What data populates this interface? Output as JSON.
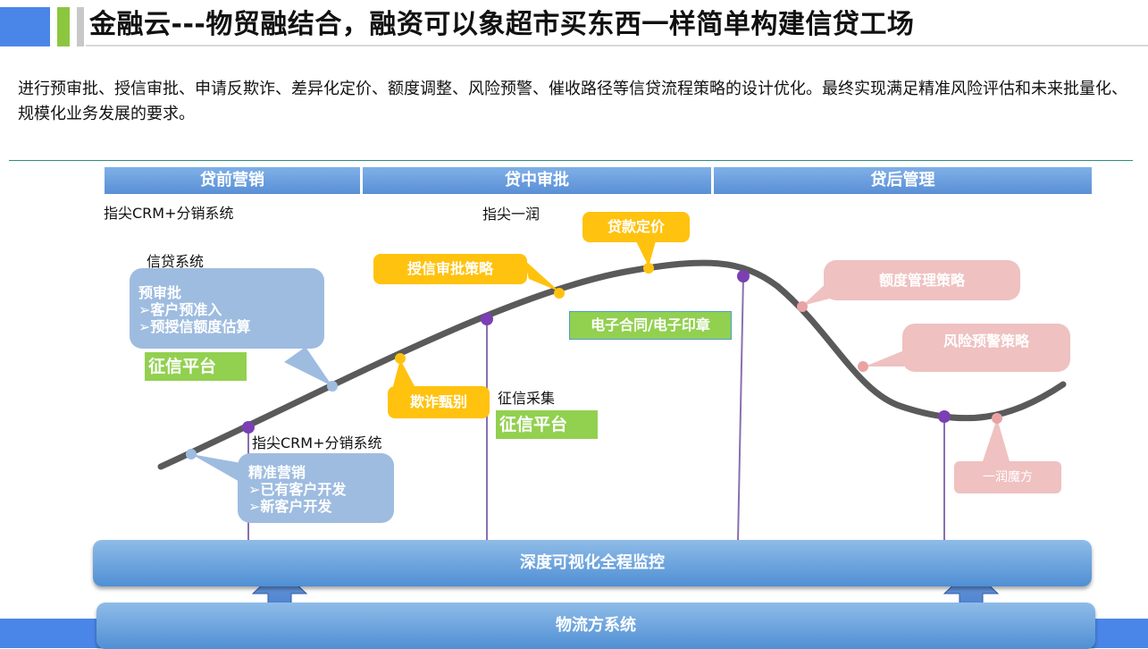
{
  "header": {
    "title": "金融云---物贸融结合，融资可以象超市买东西一样简单构建信贷工场"
  },
  "intro": "进行预审批、授信审批、申请反欺诈、差异化定价、额度调整、风险预警、催收路径等信贷流程策略的设计优化。最终实现满足精准风险评估和未来批量化、规模化业务发展的要求。",
  "phases": [
    "贷前营销",
    "贷中审批",
    "贷后管理"
  ],
  "labels": {
    "crm_top": "指尖CRM+分销系统",
    "yirun": "指尖一润",
    "credit_system": "信贷系统",
    "credit_collect": "征信采集",
    "crm_bottom": "指尖CRM+分销系统"
  },
  "callouts": {
    "pre_approval": {
      "title": "预审批",
      "items": [
        "➢客户预准入",
        "➢预授信额度估算"
      ]
    },
    "precision_marketing": {
      "title": "精准营销",
      "items": [
        "➢已有客户开发",
        "➢新客户开发"
      ]
    },
    "credit_platform_1": "征信平台",
    "credit_platform_2": "征信平台",
    "credit_approval_strategy": "授信审批策略",
    "loan_pricing": "贷款定价",
    "fraud_detection": "欺诈甄别",
    "e_contract": "电子合同/电子印章",
    "limit_strategy": "额度管理策略",
    "risk_warning": "风险预警策略",
    "rubik": "一润魔方"
  },
  "bars": {
    "monitor": "深度可视化全程监控",
    "logistics": "物流方系统"
  },
  "colors": {
    "curve": "#5a5a5a",
    "purple_dot": "#7b3fb3",
    "yellow_dot": "#ffc20e",
    "pink_dot": "#e9a3a3",
    "blue_dot": "#9ebce0",
    "green": "#92d050",
    "phase_blue": "#5a8fd6"
  }
}
